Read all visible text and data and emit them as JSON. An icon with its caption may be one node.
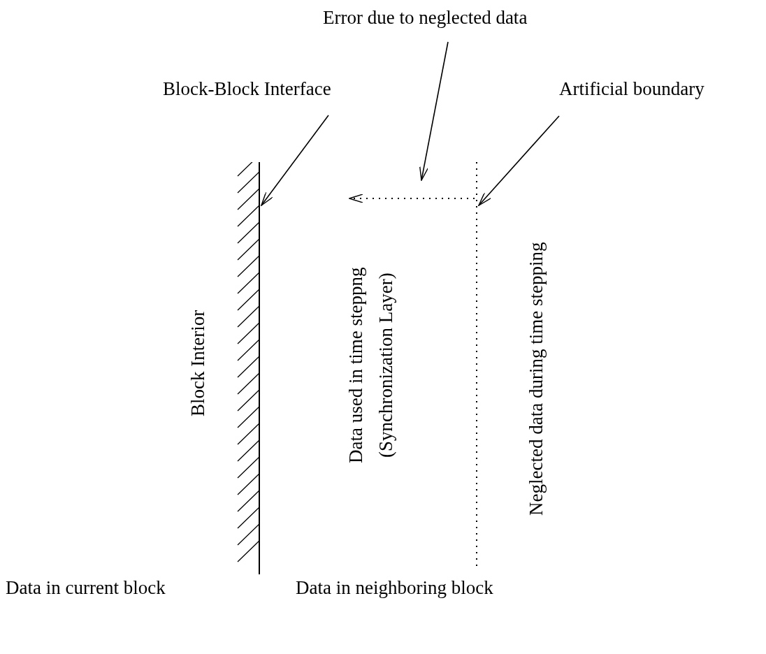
{
  "diagram": {
    "nodes": [
      {
        "text": [
          "Block-Block Interface"
        ]
      },
      {
        "text": [],
        "shape": "line"
      },
      {
        "text": [
          "Error due to neglected data"
        ]
      },
      {
        "text": [
          "Artificial boundary"
        ]
      },
      {
        "text": [],
        "shape": "line"
      }
    ],
    "edges": [
      {
        "from": 0,
        "to": 1,
        "arrow": "to"
      },
      {
        "from": 2,
        "to": null,
        "arrow": "to"
      },
      {
        "from": 3,
        "to": 4,
        "arrow": "to"
      },
      {
        "from": 4,
        "to": null,
        "arrow": "to",
        "style": "dashed"
      }
    ],
    "labels": [
      "Block Interior",
      "Data used in time steppng (Synchronization Layer)",
      "Neglected data during time stepping",
      "Data in current block",
      "Data in neighboring block"
    ]
  }
}
